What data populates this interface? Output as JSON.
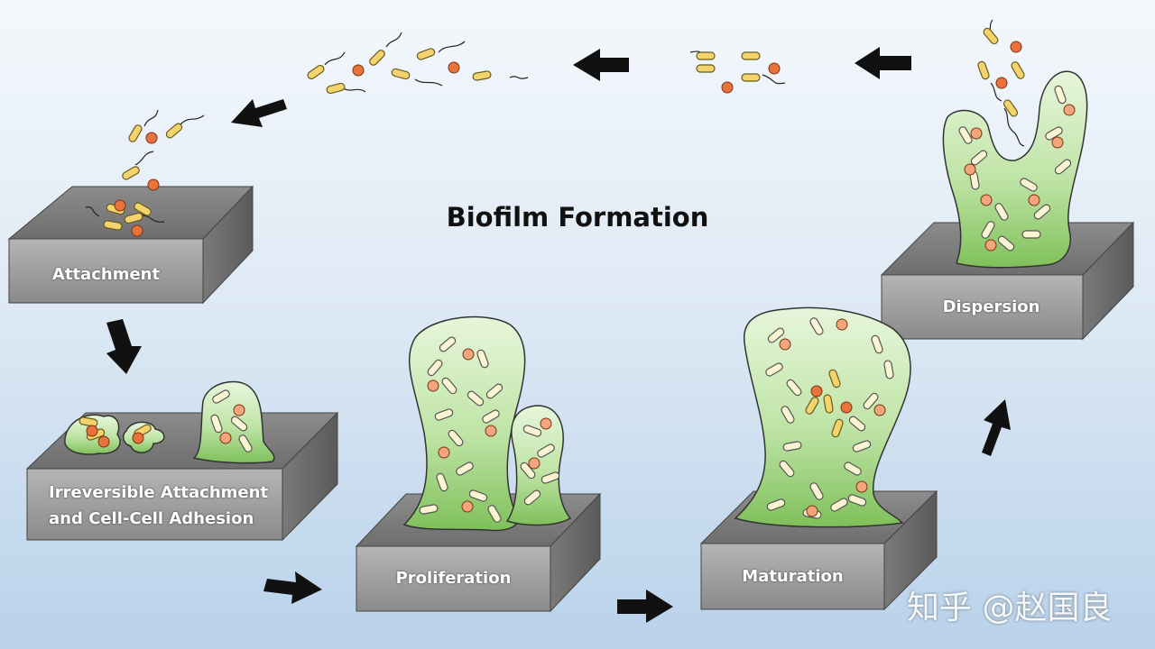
{
  "title": "Biofilm Formation",
  "stages": {
    "attachment": "Attachment",
    "irreversible_line1": "Irreversible Attachment",
    "irreversible_line2": "and Cell-Cell Adhesion",
    "proliferation": "Proliferation",
    "maturation": "Maturation",
    "dispersion": "Dispersion"
  },
  "watermark": "知乎 @赵国良",
  "colors": {
    "biofilm_green": "#a9d98c",
    "rod_bacteria": "#f3d36b",
    "cocci_bacteria": "#e8743b",
    "platform_gray": "#9e9e9e",
    "arrow": "#111111"
  }
}
